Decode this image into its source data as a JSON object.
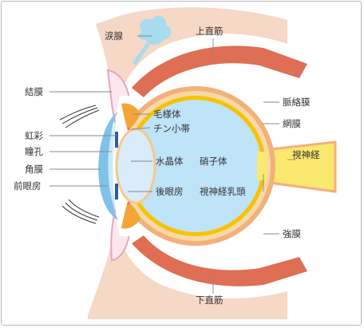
{
  "labels": {
    "lacrimal_gland": "涙腺",
    "superior_rectus": "上直筋",
    "conjunctiva": "結膜",
    "choroid": "脈絡膜",
    "ciliary_body": "毛様体",
    "retina": "網膜",
    "iris": "虹彩",
    "zonule": "チン小帯",
    "pupil": "瞳孔",
    "optic_nerve": "視神経",
    "lens": "水晶体",
    "vitreous": "硝子体",
    "cornea": "角膜",
    "anterior_chamber": "前眼房",
    "posterior_chamber": "後眼房",
    "optic_disc": "視神経乳頭",
    "sclera": "強膜",
    "inferior_rectus": "下直筋"
  },
  "colors": {
    "vitreous": "#bfe3f7",
    "retina": "#f7c200",
    "choroid": "#f5d9a8",
    "sclera": "#f3b07a",
    "muscle": "#de6e54",
    "cornea": "#7fc2ea",
    "eyelid": "#f6d8c6",
    "ciliary": "#f3a637",
    "optic_nerve": "#fbe86e",
    "lacrimal": "#a9dbee"
  }
}
